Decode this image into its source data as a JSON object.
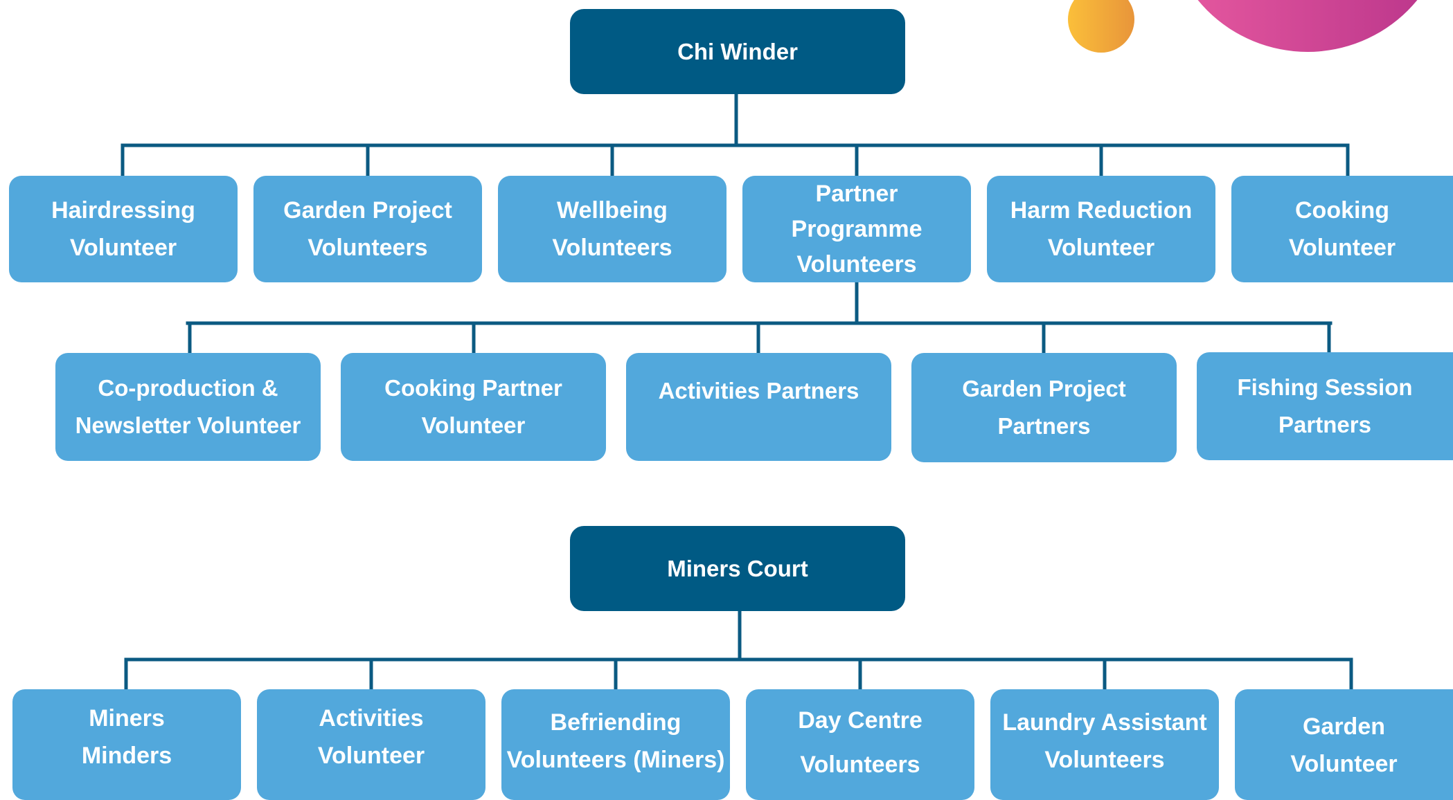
{
  "colors": {
    "root_box": "#005a84",
    "child_box": "#52a8dc",
    "connector": "#0b5a82",
    "text": "#ffffff",
    "orange_dot": "#f2a23a",
    "pink_circle": "#d9468f"
  },
  "org1": {
    "root": "Chi Winder",
    "children": [
      {
        "l1": "Hairdressing",
        "l2": "Volunteer"
      },
      {
        "l1": "Garden Project",
        "l2": "Volunteers"
      },
      {
        "l1": "Wellbeing",
        "l2": "Volunteers"
      },
      {
        "l1": "Partner",
        "l2": "Programme",
        "l3": "Volunteers"
      },
      {
        "l1": "Harm Reduction",
        "l2": "Volunteer"
      },
      {
        "l1": "Cooking",
        "l2": "Volunteer"
      }
    ],
    "partner_children": [
      {
        "l1": "Co-production &",
        "l2": "Newsletter Volunteer"
      },
      {
        "l1": "Cooking Partner",
        "l2": "Volunteer"
      },
      {
        "l1": "Activities Partners"
      },
      {
        "l1": "Garden Project",
        "l2": "Partners"
      },
      {
        "l1": "Fishing Session",
        "l2": "Partners"
      }
    ]
  },
  "org2": {
    "root": "Miners Court",
    "children": [
      {
        "l1": "Miners",
        "l2": "Minders"
      },
      {
        "l1": "Activities",
        "l2": "Volunteer"
      },
      {
        "l1": "Befriending",
        "l2": "Volunteers (Miners)"
      },
      {
        "l1": "Day Centre",
        "l2": "Volunteers"
      },
      {
        "l1": "Laundry Assistant",
        "l2": "Volunteers"
      },
      {
        "l1": "Garden",
        "l2": "Volunteer"
      }
    ]
  }
}
